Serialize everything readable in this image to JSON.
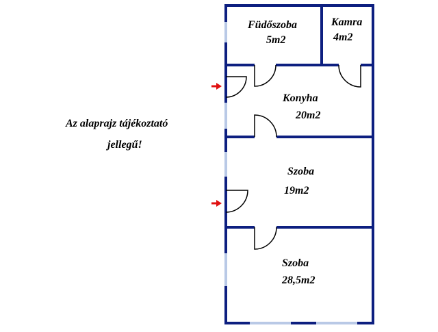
{
  "note": {
    "line1": "Az alaprajz tájékoztató",
    "line2": "jellegű!"
  },
  "rooms": [
    {
      "name": "Füdőszoba",
      "area": "5m2"
    },
    {
      "name": "Kamra",
      "area": "4m2"
    },
    {
      "name": "Konyha",
      "area": "20m2"
    },
    {
      "name": "Szoba",
      "area": "19m2"
    },
    {
      "name": "Szoba",
      "area": "28,5m2"
    }
  ],
  "colors": {
    "wall": "#0d1f80",
    "window": "#b9c9e6",
    "entrance_arrow": "#e01010"
  }
}
